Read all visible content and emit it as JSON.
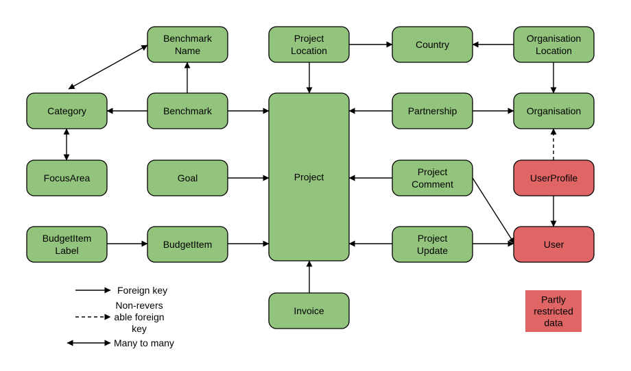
{
  "colors": {
    "green": "#93c47d",
    "red": "#e06666",
    "stroke": "#000000",
    "background": "#ffffff"
  },
  "nodes": [
    {
      "id": "benchmark-name",
      "lines": [
        "Benchmark",
        "Name"
      ],
      "color": "green"
    },
    {
      "id": "project-location",
      "lines": [
        "Project",
        "Location"
      ],
      "color": "green"
    },
    {
      "id": "country",
      "lines": [
        "Country"
      ],
      "color": "green"
    },
    {
      "id": "organisation-location",
      "lines": [
        "Organisation",
        "Location"
      ],
      "color": "green"
    },
    {
      "id": "category",
      "lines": [
        "Category"
      ],
      "color": "green"
    },
    {
      "id": "benchmark",
      "lines": [
        "Benchmark"
      ],
      "color": "green"
    },
    {
      "id": "partnership",
      "lines": [
        "Partnership"
      ],
      "color": "green"
    },
    {
      "id": "organisation",
      "lines": [
        "Organisation"
      ],
      "color": "green"
    },
    {
      "id": "project",
      "lines": [
        "Project"
      ],
      "color": "green"
    },
    {
      "id": "focusarea",
      "lines": [
        "FocusArea"
      ],
      "color": "green"
    },
    {
      "id": "goal",
      "lines": [
        "Goal"
      ],
      "color": "green"
    },
    {
      "id": "project-comment",
      "lines": [
        "Project",
        "Comment"
      ],
      "color": "green"
    },
    {
      "id": "userprofile",
      "lines": [
        "UserProfile"
      ],
      "color": "red"
    },
    {
      "id": "budgetitem-label",
      "lines": [
        "BudgetItem",
        "Label"
      ],
      "color": "green"
    },
    {
      "id": "budgetitem",
      "lines": [
        "BudgetItem"
      ],
      "color": "green"
    },
    {
      "id": "project-update",
      "lines": [
        "Project",
        "Update"
      ],
      "color": "green"
    },
    {
      "id": "user",
      "lines": [
        "User"
      ],
      "color": "red"
    },
    {
      "id": "invoice",
      "lines": [
        "Invoice"
      ],
      "color": "green"
    }
  ],
  "edges": [
    {
      "from": "category",
      "to": "benchmark-name",
      "kind": "many-to-many"
    },
    {
      "from": "benchmark",
      "to": "benchmark-name",
      "kind": "foreign-key"
    },
    {
      "from": "benchmark",
      "to": "category",
      "kind": "foreign-key"
    },
    {
      "from": "benchmark",
      "to": "project",
      "kind": "foreign-key"
    },
    {
      "from": "category",
      "to": "focusarea",
      "kind": "many-to-many"
    },
    {
      "from": "project-location",
      "to": "country",
      "kind": "foreign-key"
    },
    {
      "from": "project-location",
      "to": "project",
      "kind": "foreign-key"
    },
    {
      "from": "organisation-location",
      "to": "country",
      "kind": "foreign-key"
    },
    {
      "from": "organisation-location",
      "to": "organisation",
      "kind": "foreign-key"
    },
    {
      "from": "partnership",
      "to": "project",
      "kind": "foreign-key"
    },
    {
      "from": "partnership",
      "to": "organisation",
      "kind": "foreign-key"
    },
    {
      "from": "userprofile",
      "to": "organisation",
      "kind": "non-reversible"
    },
    {
      "from": "userprofile",
      "to": "user",
      "kind": "foreign-key"
    },
    {
      "from": "goal",
      "to": "project",
      "kind": "foreign-key"
    },
    {
      "from": "project-comment",
      "to": "project",
      "kind": "foreign-key"
    },
    {
      "from": "project-comment",
      "to": "user",
      "kind": "foreign-key"
    },
    {
      "from": "budgetitem-label",
      "to": "budgetitem",
      "kind": "foreign-key"
    },
    {
      "from": "budgetitem",
      "to": "project",
      "kind": "foreign-key"
    },
    {
      "from": "project-update",
      "to": "project",
      "kind": "foreign-key"
    },
    {
      "from": "project-update",
      "to": "user",
      "kind": "foreign-key"
    },
    {
      "from": "invoice",
      "to": "project",
      "kind": "foreign-key"
    }
  ],
  "legend": {
    "foreign_key": [
      "Foreign key"
    ],
    "non_reversible": [
      "Non-revers",
      "able foreign",
      "key"
    ],
    "many_to_many": [
      "Many to many"
    ],
    "restricted": [
      "Partly",
      "restricted",
      "data"
    ]
  }
}
